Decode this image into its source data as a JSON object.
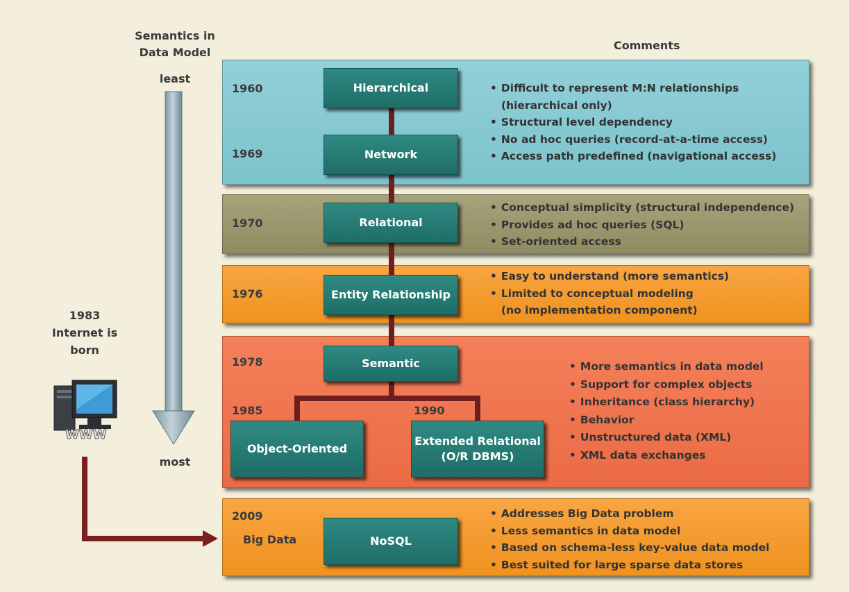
{
  "header": {
    "semantics_title_line1": "Semantics in",
    "semantics_title_line2": "Data Model",
    "comments_title": "Comments",
    "least": "least",
    "most": "most"
  },
  "internet": {
    "line1": "1983",
    "line2": "Internet is",
    "line3": "born",
    "icon_label": "WWW"
  },
  "colors": {
    "era_1960s": "#7cc3cc",
    "era_1970": "#8f8c62",
    "era_1976": "#f0921f",
    "era_1978": "#ea6b45",
    "era_2009": "#f0921f",
    "model_box": "#1f6d67",
    "connector": "#6e1e1e",
    "arrow": "#8ea7b2"
  },
  "eras": {
    "hierarchical": {
      "year": "1960",
      "model": "Hierarchical"
    },
    "network": {
      "year": "1969",
      "model": "Network",
      "comments": [
        "Difficult to represent M:N relationships",
        "(hierarchical only)",
        "Structural level dependency",
        "No ad hoc queries (record-at-a-time access)",
        "Access path predefined (navigational access)"
      ]
    },
    "relational": {
      "year": "1970",
      "model": "Relational",
      "comments": [
        "Conceptual simplicity (structural independence)",
        "Provides ad hoc queries (SQL)",
        "Set-oriented access"
      ]
    },
    "er": {
      "year": "1976",
      "model": "Entity Relationship",
      "comments": [
        "Easy to understand (more semantics)",
        "Limited to conceptual modeling",
        "(no implementation component)"
      ]
    },
    "semantic": {
      "year": "1978",
      "model": "Semantic",
      "oo_year": "1985",
      "oo_model": "Object-Oriented",
      "ext_year": "1990",
      "ext_model_line1": "Extended Relational",
      "ext_model_line2": "(O/R DBMS)",
      "comments": [
        "More semantics in data model",
        "Support for complex objects",
        "Inheritance (class hierarchy)",
        "Behavior",
        "Unstructured data (XML)",
        "XML data exchanges"
      ]
    },
    "nosql": {
      "year": "2009",
      "era_label": "Big Data",
      "model": "NoSQL",
      "comments": [
        "Addresses Big Data problem",
        "Less semantics in data model",
        "Based on schema-less key-value data model",
        "Best suited for large sparse data stores"
      ]
    }
  }
}
